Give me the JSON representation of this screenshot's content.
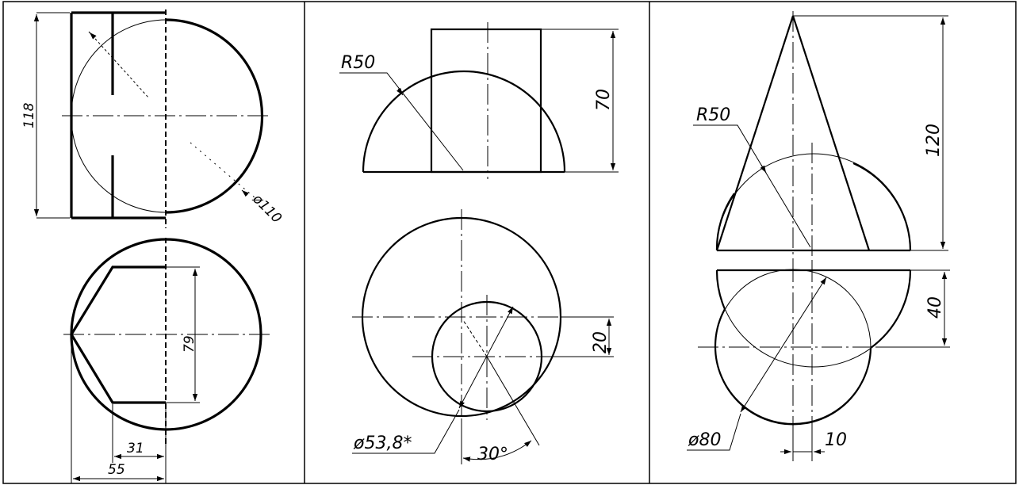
{
  "panels": [
    {
      "name": "sphere-cut",
      "labels": {
        "height": "118",
        "diameter": "ø110",
        "width_long": "55",
        "width_short": "31",
        "chord": "79"
      }
    },
    {
      "name": "hemisphere-cylinder",
      "labels": {
        "radius": "R50",
        "height": "70",
        "offset": "20",
        "diameter": "ø53,8*",
        "angle": "30°"
      }
    },
    {
      "name": "hemisphere-cone",
      "labels": {
        "radius": "R50",
        "height": "120",
        "depth": "40",
        "diameter": "ø80",
        "offset": "10"
      }
    }
  ]
}
